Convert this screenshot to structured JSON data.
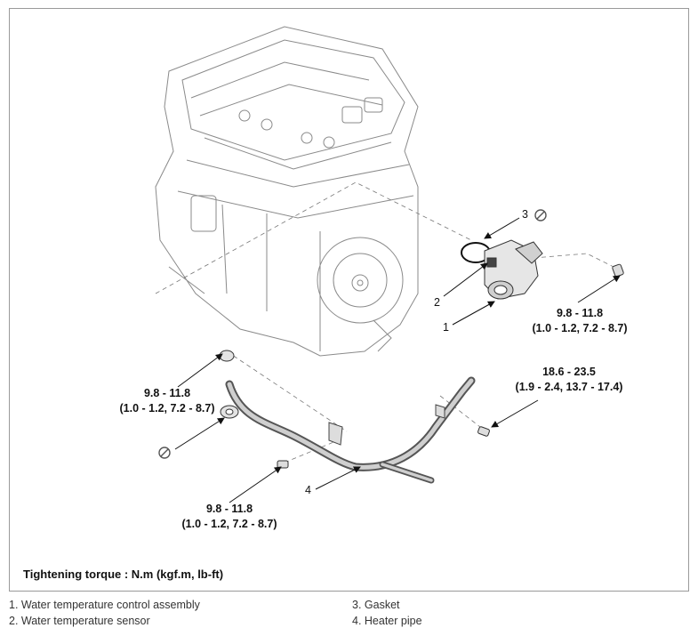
{
  "figure": {
    "torque_labels": {
      "thermostat_bolt": {
        "line1": "9.8 - 11.8",
        "line2": "(1.0 - 1.2, 7.2 - 8.7)"
      },
      "pipe_bolt_right": {
        "line1": "18.6 - 23.5",
        "line2": "(1.9 - 2.4, 13.7 - 17.4)"
      },
      "pipe_nut_left": {
        "line1": "9.8 - 11.8",
        "line2": "(1.0 - 1.2, 7.2 - 8.7)"
      },
      "pipe_bolt_bottom": {
        "line1": "9.8 - 11.8",
        "line2": "(1.0 - 1.2, 7.2 - 8.7)"
      }
    },
    "callouts": [
      "1",
      "2",
      "3",
      "4"
    ],
    "no_reuse_icon": "do-not-reuse-icon",
    "note": "Tightening torque : N.m (kgf.m, lb-ft)"
  },
  "legend": [
    "1. Water temperature control assembly",
    "2. Water temperature sensor",
    "3. Gasket",
    "4. Heater pipe"
  ]
}
